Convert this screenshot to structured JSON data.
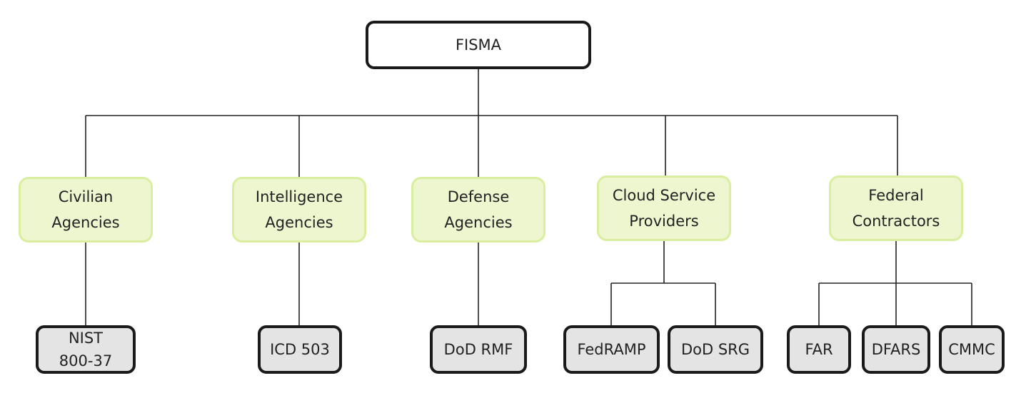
{
  "root": {
    "label": "FISMA"
  },
  "groups": [
    {
      "label": "Civilian\nAgencies"
    },
    {
      "label": "Intelligence\nAgencies"
    },
    {
      "label": "Defense\nAgencies"
    },
    {
      "label": "Cloud Service\nProviders"
    },
    {
      "label": "Federal\nContractors"
    }
  ],
  "leaves": [
    {
      "label": "NIST\n800-37"
    },
    {
      "label": "ICD 503"
    },
    {
      "label": "DoD RMF"
    },
    {
      "label": "FedRAMP"
    },
    {
      "label": "DoD SRG"
    },
    {
      "label": "FAR"
    },
    {
      "label": "DFARS"
    },
    {
      "label": "CMMC"
    }
  ],
  "colors": {
    "root_border": "#1a1a1a",
    "group_fill": "#eef6d0",
    "group_border": "#d9ef9f",
    "leaf_fill": "#e4e4e4",
    "line": "#222222"
  }
}
